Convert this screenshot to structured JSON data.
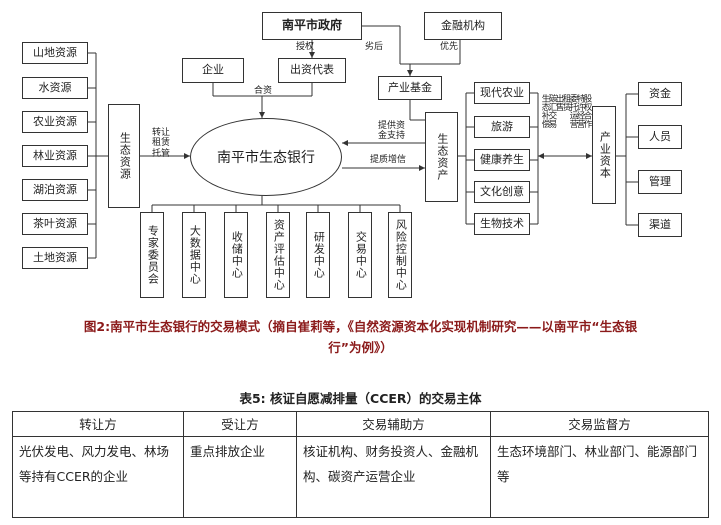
{
  "diagram": {
    "government": "南平市政府",
    "finance": "金融机构",
    "left_resources": [
      "山地资源",
      "水资源",
      "农业资源",
      "林业资源",
      "湖泊资源",
      "茶叶资源",
      "土地资源"
    ],
    "eco_resources": "生态资源",
    "enterprise": "企业",
    "investor": "出资代表",
    "industry_fund": "产业基金",
    "bank": "南平市生态银行",
    "eco_assets": "生态资产",
    "industries": [
      "现代农业",
      "旅游",
      "健康养生",
      "文化创意",
      "生物技术"
    ],
    "industry_capital": "产业资本",
    "right_items": [
      "资金",
      "人员",
      "管理",
      "渠道"
    ],
    "bottom_centers": [
      "专家委员会",
      "大数据中心",
      "收储中心",
      "资产评估中心",
      "研发中心",
      "交易中心",
      "风险控制中心"
    ],
    "labels": {
      "authorize": "授权",
      "inferior": "劣后",
      "priority": "优先",
      "invest": "合资",
      "transfer": "转让\n租赁\n托管",
      "provide": "提供资\n金支持",
      "upgrade": "提质增信",
      "modes": "股权合作\n特许经营\n委托运营\n租赁\n出售\n碳汇交易\n生态补偿"
    }
  },
  "caption": {
    "line1": "图2:南平市生态银行的交易模式（摘自崔莉等，《自然资源资本化实现机制研究——以南平市“生态银",
    "line2": "行”为例》）"
  },
  "table": {
    "title": "表5: 核证自愿减排量（CCER）的交易主体",
    "headers": [
      "转让方",
      "受让方",
      "交易辅助方",
      "交易监督方"
    ],
    "rows": [
      [
        "光伏发电、风力发电、林场等持有CCER的企业",
        "重点排放企业",
        "核证机构、财务投资人、金融机构、碳资产运营企业",
        "生态环境部门、林业部门、能源部门等"
      ]
    ]
  }
}
